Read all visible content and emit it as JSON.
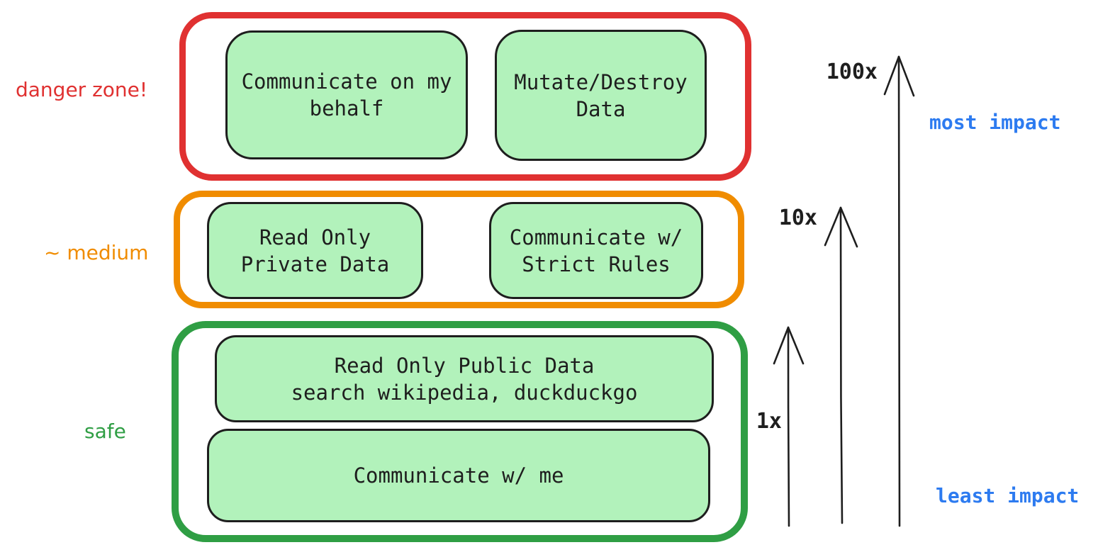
{
  "colors": {
    "red": "#e03131",
    "orange": "#f08c00",
    "green": "#2f9e44",
    "fill": "#b2f2bb",
    "ink": "#1e1e1e",
    "blue": "#2d7bf0"
  },
  "zones": [
    {
      "id": "danger",
      "label": "danger zone!",
      "items": [
        {
          "lines": [
            "Communicate on my",
            "behalf"
          ]
        },
        {
          "lines": [
            "Mutate/Destroy",
            "Data"
          ]
        }
      ]
    },
    {
      "id": "medium",
      "label": "~ medium",
      "items": [
        {
          "lines": [
            "Read Only",
            "Private Data"
          ]
        },
        {
          "lines": [
            "Communicate w/",
            "Strict Rules"
          ]
        }
      ]
    },
    {
      "id": "safe",
      "label": "safe",
      "items": [
        {
          "lines": [
            "Read Only Public Data",
            "search wikipedia, duckduckgo"
          ]
        },
        {
          "lines": [
            "Communicate w/ me"
          ]
        }
      ]
    }
  ],
  "axis": {
    "arrows": [
      {
        "label": "100x"
      },
      {
        "label": "10x"
      },
      {
        "label": "1x"
      }
    ],
    "top_label": "most impact",
    "bottom_label": "least impact"
  }
}
